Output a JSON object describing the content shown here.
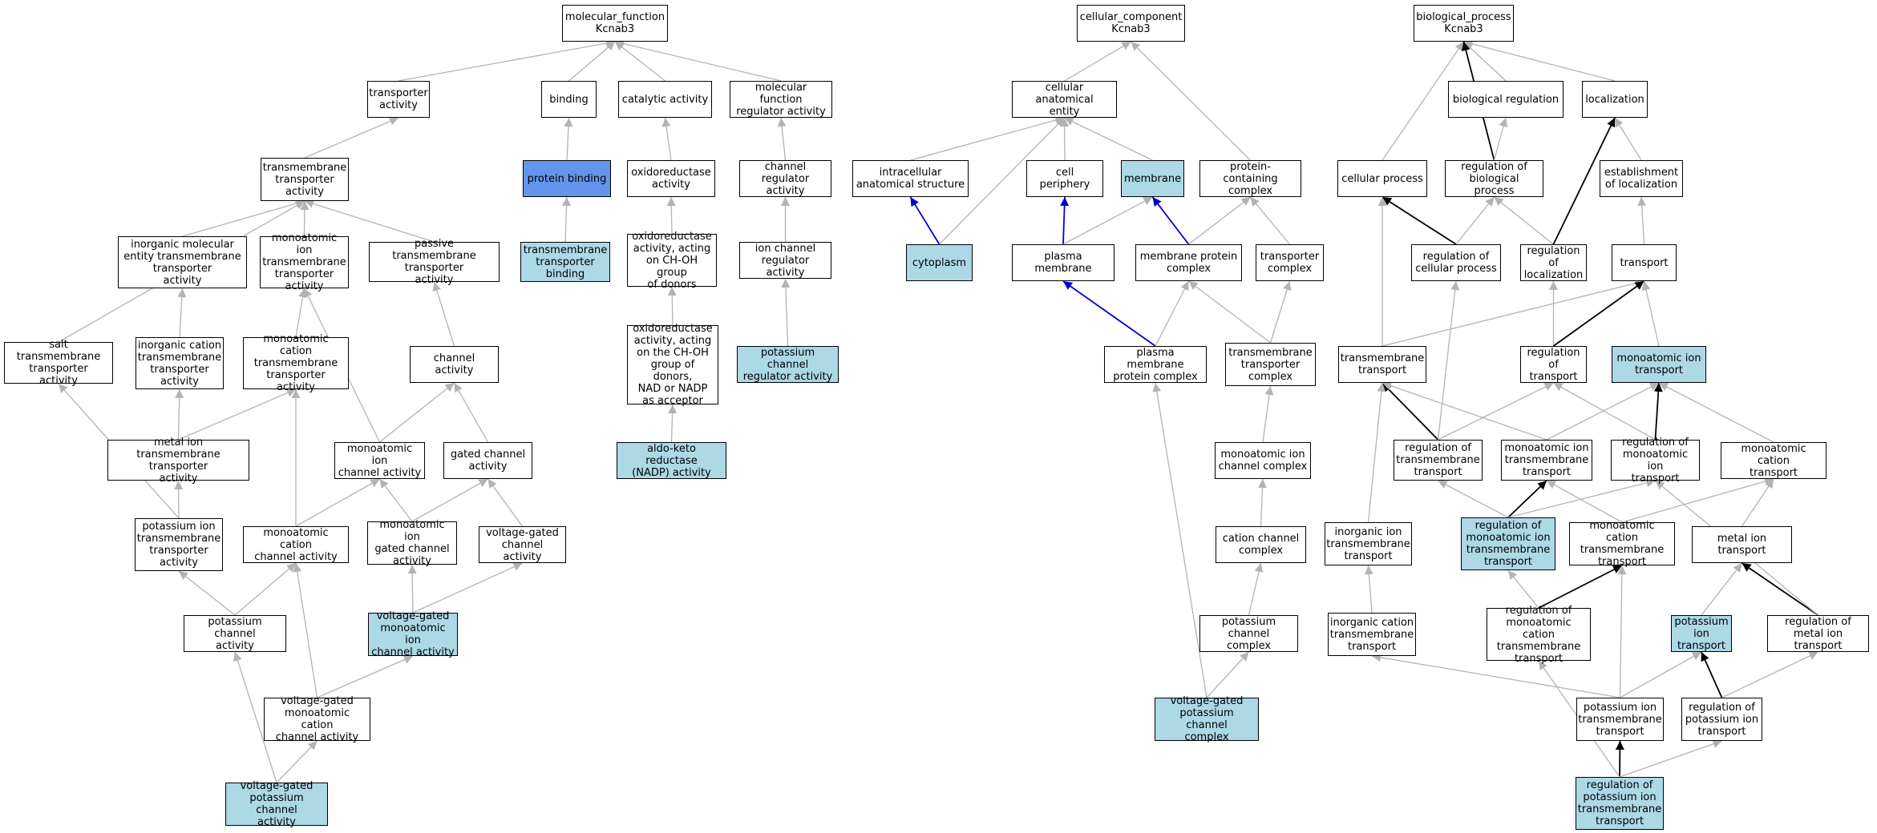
{
  "colors": {
    "highlight": "#add8e6",
    "strong": "#6495ed",
    "edge_default": "#b3b3b3",
    "edge_black": "#000000",
    "edge_blue": "#0000cd"
  },
  "nodes": [
    {
      "id": "mf",
      "label": "molecular_function\nKcnab3",
      "fill": "white"
    },
    {
      "id": "cc",
      "label": "cellular_component\nKcnab3",
      "fill": "white"
    },
    {
      "id": "bp",
      "label": "biological_process\nKcnab3",
      "fill": "white"
    },
    {
      "id": "tra",
      "label": "transporter\nactivity",
      "fill": "white"
    },
    {
      "id": "bind",
      "label": "binding",
      "fill": "white"
    },
    {
      "id": "cat",
      "label": "catalytic activity",
      "fill": "white"
    },
    {
      "id": "mfreg",
      "label": "molecular function\nregulator activity",
      "fill": "white"
    },
    {
      "id": "cae",
      "label": "cellular anatomical\nentity",
      "fill": "white"
    },
    {
      "id": "breg",
      "label": "biological regulation",
      "fill": "white"
    },
    {
      "id": "loc",
      "label": "localization",
      "fill": "white"
    },
    {
      "id": "tmta",
      "label": "transmembrane\ntransporter\nactivity",
      "fill": "white"
    },
    {
      "id": "pb",
      "label": "protein binding",
      "fill": "dark"
    },
    {
      "id": "oxa",
      "label": "oxidoreductase\nactivity",
      "fill": "white"
    },
    {
      "id": "chreg",
      "label": "channel regulator\nactivity",
      "fill": "white"
    },
    {
      "id": "ias",
      "label": "intracellular\nanatomical structure",
      "fill": "white"
    },
    {
      "id": "cper",
      "label": "cell periphery",
      "fill": "white"
    },
    {
      "id": "memb",
      "label": "membrane",
      "fill": "light"
    },
    {
      "id": "pcc",
      "label": "protein-containing\ncomplex",
      "fill": "white"
    },
    {
      "id": "cproc",
      "label": "cellular process",
      "fill": "white"
    },
    {
      "id": "rbp",
      "label": "regulation of\nbiological process",
      "fill": "white"
    },
    {
      "id": "estloc",
      "label": "establishment\nof localization",
      "fill": "white"
    },
    {
      "id": "iometa",
      "label": "inorganic molecular\nentity transmembrane\ntransporter\nactivity",
      "fill": "white"
    },
    {
      "id": "mita",
      "label": "monoatomic ion\ntransmembrane\ntransporter\nactivity",
      "fill": "white"
    },
    {
      "id": "ptta",
      "label": "passive transmembrane\ntransporter\nactivity",
      "fill": "white"
    },
    {
      "id": "tmtb",
      "label": "transmembrane\ntransporter\nbinding",
      "fill": "light"
    },
    {
      "id": "oxchoh",
      "label": "oxidoreductase\nactivity, acting\non CH-OH group\nof donors",
      "fill": "white"
    },
    {
      "id": "icra",
      "label": "ion channel\nregulator activity",
      "fill": "white"
    },
    {
      "id": "cyto",
      "label": "cytoplasm",
      "fill": "light"
    },
    {
      "id": "pmem",
      "label": "plasma membrane",
      "fill": "white"
    },
    {
      "id": "mpc",
      "label": "membrane protein\ncomplex",
      "fill": "white"
    },
    {
      "id": "trc",
      "label": "transporter\ncomplex",
      "fill": "white"
    },
    {
      "id": "rcp",
      "label": "regulation of\ncellular process",
      "fill": "white"
    },
    {
      "id": "rloc",
      "label": "regulation of\nlocalization",
      "fill": "white"
    },
    {
      "id": "transp",
      "label": "transport",
      "fill": "white"
    },
    {
      "id": "salt",
      "label": "salt transmembrane\ntransporter\nactivity",
      "fill": "white"
    },
    {
      "id": "ictta",
      "label": "inorganic cation\ntransmembrane\ntransporter\nactivity",
      "fill": "white"
    },
    {
      "id": "mcta",
      "label": "monoatomic cation\ntransmembrane\ntransporter\nactivity",
      "fill": "white"
    },
    {
      "id": "chact",
      "label": "channel activity",
      "fill": "white"
    },
    {
      "id": "oxnadp",
      "label": "oxidoreductase\nactivity, acting\non the CH-OH\ngroup of donors,\nNAD or NADP\nas acceptor",
      "fill": "white"
    },
    {
      "id": "kcra",
      "label": "potassium channel\nregulator activity",
      "fill": "light"
    },
    {
      "id": "pmpc",
      "label": "plasma membrane\nprotein complex",
      "fill": "white"
    },
    {
      "id": "tmtc",
      "label": "transmembrane\ntransporter\ncomplex",
      "fill": "white"
    },
    {
      "id": "tmt",
      "label": "transmembrane\ntransport",
      "fill": "white"
    },
    {
      "id": "rtr",
      "label": "regulation of\ntransport",
      "fill": "white"
    },
    {
      "id": "mit",
      "label": "monoatomic ion\ntransport",
      "fill": "light"
    },
    {
      "id": "mitta",
      "label": "metal ion transmembrane\ntransporter\nactivity",
      "fill": "white"
    },
    {
      "id": "mica",
      "label": "monoatomic ion\nchannel activity",
      "fill": "white"
    },
    {
      "id": "gca",
      "label": "gated channel\nactivity",
      "fill": "white"
    },
    {
      "id": "akr",
      "label": "aldo-keto reductase\n(NADP) activity",
      "fill": "light"
    },
    {
      "id": "micc",
      "label": "monoatomic ion\nchannel complex",
      "fill": "white"
    },
    {
      "id": "rtmt",
      "label": "regulation of\ntransmembrane\ntransport",
      "fill": "white"
    },
    {
      "id": "mitmt",
      "label": "monoatomic ion\ntransmembrane\ntransport",
      "fill": "white"
    },
    {
      "id": "rmit",
      "label": "regulation of\nmonoatomic ion\ntransport",
      "fill": "white"
    },
    {
      "id": "mct",
      "label": "monoatomic cation\ntransport",
      "fill": "white"
    },
    {
      "id": "kita",
      "label": "potassium ion\ntransmembrane\ntransporter\nactivity",
      "fill": "white"
    },
    {
      "id": "mcca",
      "label": "monoatomic cation\nchannel activity",
      "fill": "white"
    },
    {
      "id": "migca",
      "label": "monoatomic ion\ngated channel\nactivity",
      "fill": "white"
    },
    {
      "id": "vgca",
      "label": "voltage-gated\nchannel activity",
      "fill": "white"
    },
    {
      "id": "ccc",
      "label": "cation channel\ncomplex",
      "fill": "white"
    },
    {
      "id": "iitt",
      "label": "inorganic ion\ntransmembrane\ntransport",
      "fill": "white"
    },
    {
      "id": "rmitmt",
      "label": "regulation of\nmonoatomic ion\ntransmembrane\ntransport",
      "fill": "light"
    },
    {
      "id": "mctmt",
      "label": "monoatomic cation\ntransmembrane\ntransport",
      "fill": "white"
    },
    {
      "id": "metit",
      "label": "metal ion transport",
      "fill": "white"
    },
    {
      "id": "kca",
      "label": "potassium channel\nactivity",
      "fill": "white"
    },
    {
      "id": "vgmica",
      "label": "voltage-gated\nmonoatomic ion\nchannel activity",
      "fill": "light"
    },
    {
      "id": "kcc",
      "label": "potassium channel\ncomplex",
      "fill": "white"
    },
    {
      "id": "ictt",
      "label": "inorganic cation\ntransmembrane\ntransport",
      "fill": "white"
    },
    {
      "id": "rmctmt",
      "label": "regulation of\nmonoatomic cation\ntransmembrane\ntransport",
      "fill": "white"
    },
    {
      "id": "kit",
      "label": "potassium ion\ntransport",
      "fill": "light"
    },
    {
      "id": "rmetit",
      "label": "regulation of\nmetal ion transport",
      "fill": "white"
    },
    {
      "id": "vgmcca",
      "label": "voltage-gated\nmonoatomic cation\nchannel activity",
      "fill": "white"
    },
    {
      "id": "vgkcc",
      "label": "voltage-gated\npotassium channel\ncomplex",
      "fill": "light"
    },
    {
      "id": "kitmt",
      "label": "potassium ion\ntransmembrane\ntransport",
      "fill": "white"
    },
    {
      "id": "rkit",
      "label": "regulation of\npotassium ion\ntransport",
      "fill": "white"
    },
    {
      "id": "vgkca",
      "label": "voltage-gated\npotassium channel\nactivity",
      "fill": "light"
    },
    {
      "id": "rkitmt",
      "label": "regulation of\npotassium ion\ntransmembrane\ntransport",
      "fill": "light"
    }
  ],
  "edges": [
    {
      "from": "tra",
      "to": "mf",
      "color": "gray"
    },
    {
      "from": "bind",
      "to": "mf",
      "color": "gray"
    },
    {
      "from": "cat",
      "to": "mf",
      "color": "gray"
    },
    {
      "from": "mfreg",
      "to": "mf",
      "color": "gray"
    },
    {
      "from": "tmta",
      "to": "tra",
      "color": "gray"
    },
    {
      "from": "pb",
      "to": "bind",
      "color": "gray"
    },
    {
      "from": "oxa",
      "to": "cat",
      "color": "gray"
    },
    {
      "from": "chreg",
      "to": "mfreg",
      "color": "gray"
    },
    {
      "from": "tmtb",
      "to": "pb",
      "color": "gray"
    },
    {
      "from": "oxchoh",
      "to": "oxa",
      "color": "gray"
    },
    {
      "from": "icra",
      "to": "chreg",
      "color": "gray"
    },
    {
      "from": "kcra",
      "to": "icra",
      "color": "gray"
    },
    {
      "from": "oxnadp",
      "to": "oxchoh",
      "color": "gray"
    },
    {
      "from": "akr",
      "to": "oxnadp",
      "color": "gray"
    },
    {
      "from": "iometa",
      "to": "tmta",
      "color": "gray"
    },
    {
      "from": "mita",
      "to": "tmta",
      "color": "gray"
    },
    {
      "from": "ptta",
      "to": "tmta",
      "color": "gray"
    },
    {
      "from": "salt",
      "to": "tmta",
      "color": "gray"
    },
    {
      "from": "ictta",
      "to": "iometa",
      "color": "gray"
    },
    {
      "from": "mcta",
      "to": "mita",
      "color": "gray"
    },
    {
      "from": "chact",
      "to": "ptta",
      "color": "gray"
    },
    {
      "from": "mitta",
      "to": "ictta",
      "color": "gray"
    },
    {
      "from": "mitta",
      "to": "mcta",
      "color": "gray"
    },
    {
      "from": "mica",
      "to": "chact",
      "color": "gray"
    },
    {
      "from": "gca",
      "to": "chact",
      "color": "gray"
    },
    {
      "from": "mica",
      "to": "mita",
      "color": "gray"
    },
    {
      "from": "kita",
      "to": "salt",
      "color": "gray"
    },
    {
      "from": "kita",
      "to": "mitta",
      "color": "gray"
    },
    {
      "from": "mcca",
      "to": "mica",
      "color": "gray"
    },
    {
      "from": "mcca",
      "to": "mcta",
      "color": "gray"
    },
    {
      "from": "migca",
      "to": "mica",
      "color": "gray"
    },
    {
      "from": "migca",
      "to": "gca",
      "color": "gray"
    },
    {
      "from": "vgca",
      "to": "gca",
      "color": "gray"
    },
    {
      "from": "kca",
      "to": "kita",
      "color": "gray"
    },
    {
      "from": "kca",
      "to": "mcca",
      "color": "gray"
    },
    {
      "from": "vgmica",
      "to": "migca",
      "color": "gray"
    },
    {
      "from": "vgmica",
      "to": "vgca",
      "color": "gray"
    },
    {
      "from": "vgmcca",
      "to": "mcca",
      "color": "gray"
    },
    {
      "from": "vgmcca",
      "to": "vgmica",
      "color": "gray"
    },
    {
      "from": "vgkca",
      "to": "kca",
      "color": "gray"
    },
    {
      "from": "vgkca",
      "to": "vgmcca",
      "color": "gray"
    },
    {
      "from": "cae",
      "to": "cc",
      "color": "gray"
    },
    {
      "from": "pcc",
      "to": "cc",
      "color": "gray"
    },
    {
      "from": "ias",
      "to": "cae",
      "color": "gray"
    },
    {
      "from": "cper",
      "to": "cae",
      "color": "gray"
    },
    {
      "from": "memb",
      "to": "cae",
      "color": "gray"
    },
    {
      "from": "cyto",
      "to": "ias",
      "color": "blue"
    },
    {
      "from": "cyto",
      "to": "cae",
      "color": "gray"
    },
    {
      "from": "pmem",
      "to": "cper",
      "color": "blue"
    },
    {
      "from": "pmem",
      "to": "memb",
      "color": "gray"
    },
    {
      "from": "mpc",
      "to": "memb",
      "color": "blue"
    },
    {
      "from": "mpc",
      "to": "pcc",
      "color": "gray"
    },
    {
      "from": "trc",
      "to": "pcc",
      "color": "gray"
    },
    {
      "from": "pmpc",
      "to": "pmem",
      "color": "blue"
    },
    {
      "from": "pmpc",
      "to": "mpc",
      "color": "gray"
    },
    {
      "from": "tmtc",
      "to": "mpc",
      "color": "gray"
    },
    {
      "from": "tmtc",
      "to": "trc",
      "color": "gray"
    },
    {
      "from": "micc",
      "to": "tmtc",
      "color": "gray"
    },
    {
      "from": "ccc",
      "to": "micc",
      "color": "gray"
    },
    {
      "from": "kcc",
      "to": "ccc",
      "color": "gray"
    },
    {
      "from": "vgkcc",
      "to": "kcc",
      "color": "gray"
    },
    {
      "from": "vgkcc",
      "to": "pmpc",
      "color": "gray"
    },
    {
      "from": "cproc",
      "to": "bp",
      "color": "gray"
    },
    {
      "from": "breg",
      "to": "bp",
      "color": "gray"
    },
    {
      "from": "loc",
      "to": "bp",
      "color": "gray"
    },
    {
      "from": "rbp",
      "to": "bp",
      "color": "black"
    },
    {
      "from": "rbp",
      "to": "breg",
      "color": "gray"
    },
    {
      "from": "estloc",
      "to": "loc",
      "color": "gray"
    },
    {
      "from": "rcp",
      "to": "cproc",
      "color": "black"
    },
    {
      "from": "rcp",
      "to": "rbp",
      "color": "gray"
    },
    {
      "from": "rloc",
      "to": "rbp",
      "color": "gray"
    },
    {
      "from": "rloc",
      "to": "loc",
      "color": "black"
    },
    {
      "from": "transp",
      "to": "estloc",
      "color": "gray"
    },
    {
      "from": "tmt",
      "to": "cproc",
      "color": "gray"
    },
    {
      "from": "tmt",
      "to": "transp",
      "color": "gray"
    },
    {
      "from": "rtr",
      "to": "rloc",
      "color": "gray"
    },
    {
      "from": "rtr",
      "to": "transp",
      "color": "black"
    },
    {
      "from": "mit",
      "to": "transp",
      "color": "gray"
    },
    {
      "from": "rtmt",
      "to": "tmt",
      "color": "black"
    },
    {
      "from": "rtmt",
      "to": "rtr",
      "color": "gray"
    },
    {
      "from": "rtmt",
      "to": "rcp",
      "color": "gray"
    },
    {
      "from": "mitmt",
      "to": "tmt",
      "color": "gray"
    },
    {
      "from": "mitmt",
      "to": "mit",
      "color": "gray"
    },
    {
      "from": "rmit",
      "to": "rtr",
      "color": "gray"
    },
    {
      "from": "rmit",
      "to": "mit",
      "color": "black"
    },
    {
      "from": "mct",
      "to": "mit",
      "color": "gray"
    },
    {
      "from": "iitt",
      "to": "tmt",
      "color": "gray"
    },
    {
      "from": "rmitmt",
      "to": "rtmt",
      "color": "gray"
    },
    {
      "from": "rmitmt",
      "to": "mitmt",
      "color": "black"
    },
    {
      "from": "rmitmt",
      "to": "rmit",
      "color": "gray"
    },
    {
      "from": "mctmt",
      "to": "mitmt",
      "color": "gray"
    },
    {
      "from": "mctmt",
      "to": "mct",
      "color": "gray"
    },
    {
      "from": "metit",
      "to": "mct",
      "color": "gray"
    },
    {
      "from": "ictt",
      "to": "iitt",
      "color": "gray"
    },
    {
      "from": "rmctmt",
      "to": "rmitmt",
      "color": "gray"
    },
    {
      "from": "rmctmt",
      "to": "mctmt",
      "color": "black"
    },
    {
      "from": "kit",
      "to": "metit",
      "color": "gray"
    },
    {
      "from": "rmetit",
      "to": "metit",
      "color": "black"
    },
    {
      "from": "rmetit",
      "to": "rmit",
      "color": "gray"
    },
    {
      "from": "kitmt",
      "to": "ictt",
      "color": "gray"
    },
    {
      "from": "kitmt",
      "to": "mctmt",
      "color": "gray"
    },
    {
      "from": "kitmt",
      "to": "kit",
      "color": "gray"
    },
    {
      "from": "rkit",
      "to": "kit",
      "color": "black"
    },
    {
      "from": "rkit",
      "to": "rmetit",
      "color": "gray"
    },
    {
      "from": "rkitmt",
      "to": "kitmt",
      "color": "black"
    },
    {
      "from": "rkitmt",
      "to": "rkit",
      "color": "gray"
    },
    {
      "from": "rkitmt",
      "to": "rmctmt",
      "color": "gray"
    }
  ]
}
